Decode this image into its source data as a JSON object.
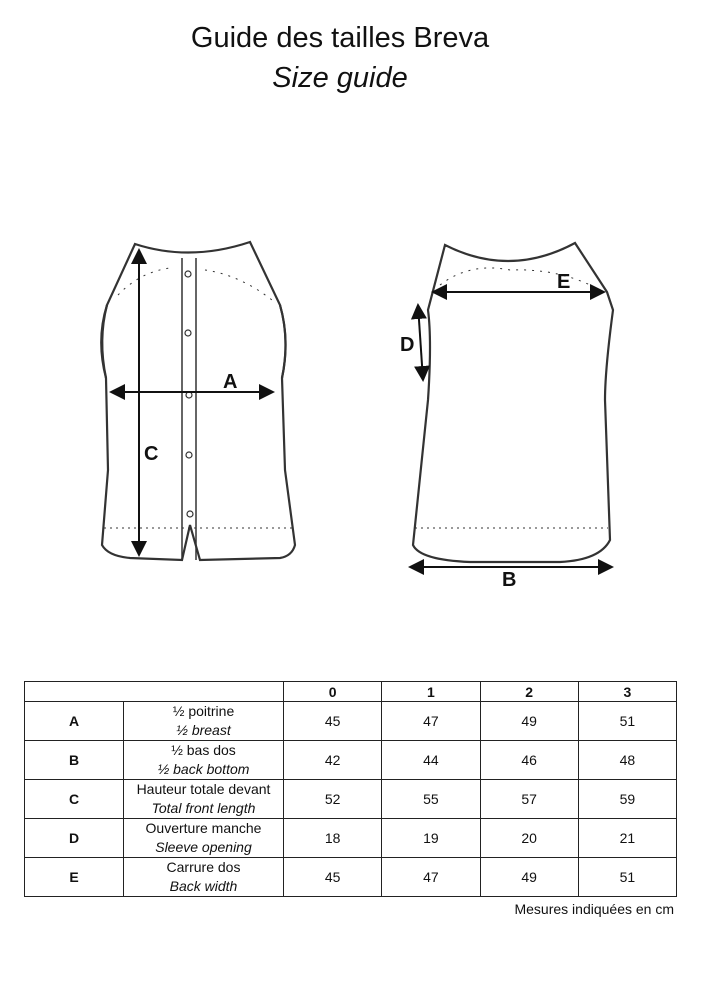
{
  "header": {
    "title": "Guide des tailles Breva",
    "subtitle": "Size guide"
  },
  "diagram_labels": {
    "a": "A",
    "b": "B",
    "c": "C",
    "d": "D",
    "e": "E"
  },
  "table": {
    "sizes": [
      "0",
      "1",
      "2",
      "3"
    ],
    "rows": [
      {
        "code": "A",
        "fr": "½ poitrine",
        "en": "½ breast",
        "values": [
          "45",
          "47",
          "49",
          "51"
        ]
      },
      {
        "code": "B",
        "fr": "½ bas dos",
        "en": "½ back bottom",
        "values": [
          "42",
          "44",
          "46",
          "48"
        ]
      },
      {
        "code": "C",
        "fr": "Hauteur totale devant",
        "en": "Total front length",
        "values": [
          "52",
          "55",
          "57",
          "59"
        ]
      },
      {
        "code": "D",
        "fr": "Ouverture manche",
        "en": "Sleeve opening",
        "values": [
          "18",
          "19",
          "20",
          "21"
        ]
      },
      {
        "code": "E",
        "fr": "Carrure dos",
        "en": "Back width",
        "values": [
          "45",
          "47",
          "49",
          "51"
        ]
      }
    ]
  },
  "note": "Mesures indiquées en cm"
}
